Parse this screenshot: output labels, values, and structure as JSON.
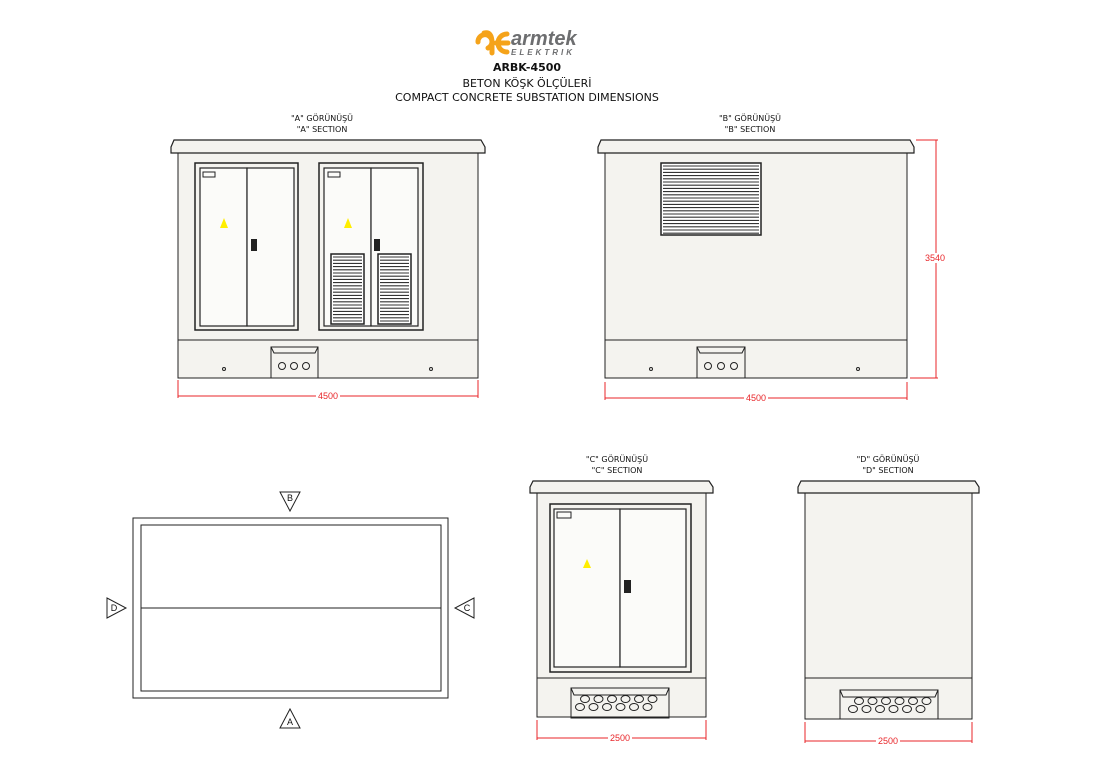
{
  "header": {
    "logo_brand": "armtek",
    "logo_sub": "ELEKTRIK",
    "model": "ARBK-4500",
    "title_tr": "BETON KÖŞK ÖLÇÜLERİ",
    "title_en": "COMPACT CONCRETE SUBSTATION DIMENSIONS"
  },
  "colors": {
    "logo_orange": "#f5a31a",
    "logo_gray": "#6d6e70",
    "dimension_red": "#e8262a",
    "warning_yellow": "#ffee00"
  },
  "views": {
    "a": {
      "title_tr": "\"A\" GÖRÜNÜŞÜ",
      "title_en": "\"A\" SECTION",
      "width_label": "4500"
    },
    "b": {
      "title_tr": "\"B\" GÖRÜNÜŞÜ",
      "title_en": "\"B\" SECTION",
      "width_label": "4500",
      "height_label": "3540"
    },
    "c": {
      "title_tr": "\"C\" GÖRÜNÜŞÜ",
      "title_en": "\"C\" SECTION",
      "width_label": "2500"
    },
    "d": {
      "title_tr": "\"D\" GÖRÜNÜŞÜ",
      "title_en": "\"D\" SECTION",
      "width_label": "2500"
    }
  },
  "plan": {
    "markers": {
      "a": "A",
      "b": "B",
      "c": "C",
      "d": "D"
    }
  }
}
